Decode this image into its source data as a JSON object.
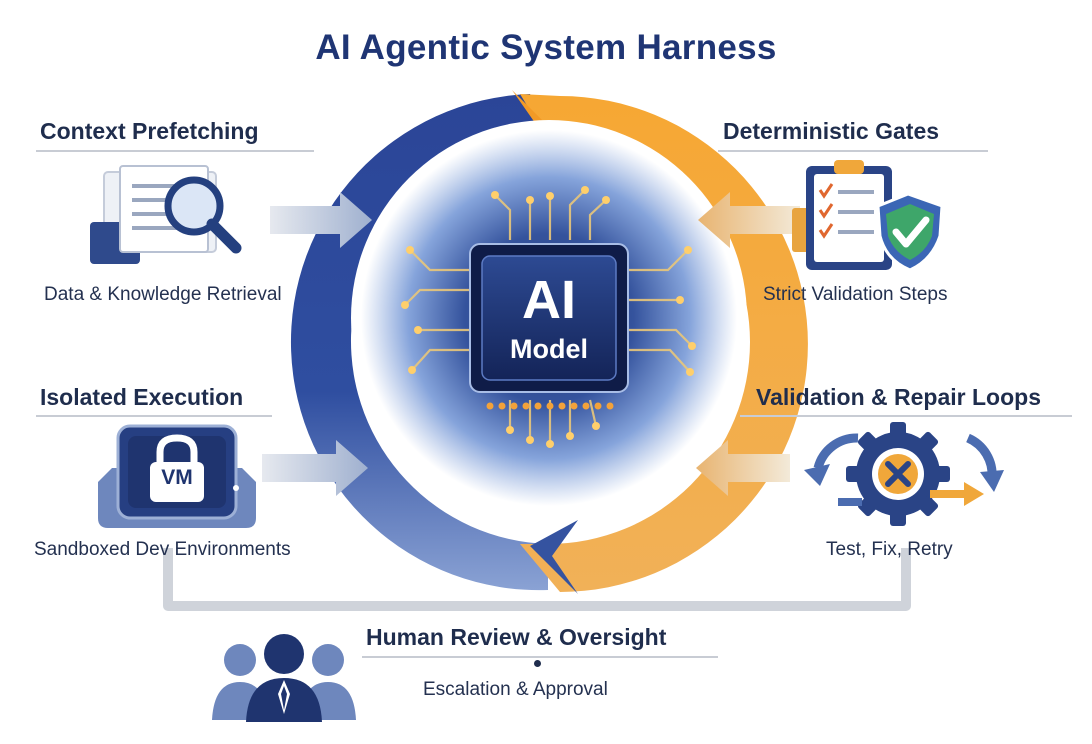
{
  "title": "AI Agentic System Harness",
  "center": {
    "line1": "AI",
    "line2": "Model"
  },
  "sections": {
    "context_prefetching": {
      "heading": "Context Prefetching",
      "caption": "Data & Knowledge Retrieval",
      "icon": "document-magnifier-icon"
    },
    "deterministic_gates": {
      "heading": "Deterministic Gates",
      "caption": "Strict Validation Steps",
      "icon": "checklist-shield-icon"
    },
    "isolated_execution": {
      "heading": "Isolated Execution",
      "caption": "Sandboxed Dev Environments",
      "icon": "vm-lock-icon",
      "badge": "VM"
    },
    "validation_repair": {
      "heading": "Validation & Repair Loops",
      "caption": "Test, Fix, Retry",
      "icon": "gear-cycle-icon"
    },
    "human_review": {
      "heading": "Human Review & Oversight",
      "caption": "Escalation & Approval",
      "icon": "people-icon"
    }
  },
  "colors": {
    "navy": "#25408f",
    "orange": "#f29a26",
    "title": "#1f3574",
    "chip": "#1a2a5e",
    "glow": "#ffb347"
  }
}
